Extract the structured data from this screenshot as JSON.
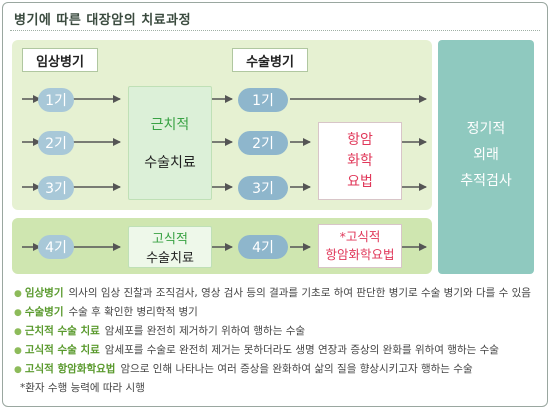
{
  "title": "병기에 따른 대장암의 치료과정",
  "labels": {
    "clinical_stage": "임상병기",
    "surgical_stage": "수술병기"
  },
  "clinical_stages": [
    "1기",
    "2기",
    "3기"
  ],
  "surgical_stages": [
    "1기",
    "2기",
    "3기"
  ],
  "radical_surgery": {
    "line1": "근치적",
    "line2": "수술치료"
  },
  "chemo": {
    "line1": "항암",
    "line2": "화학",
    "line3": "요법"
  },
  "stage4": {
    "left": "4기",
    "right": "4기"
  },
  "palliative_surgery": {
    "line1": "고식적",
    "line2": "수술치료"
  },
  "palliative_chemo": {
    "line1": "*고식적",
    "line2": "항암화학요법"
  },
  "followup": {
    "line1": "정기적",
    "line2": "외래",
    "line3": "추적검사"
  },
  "legend": [
    {
      "term": "임상병기",
      "desc": "의사의 임상 진찰과 조직검사, 영상 검사 등의 결과를 기초로 하여 판단한 병기로 수술 병기와 다를 수 있음"
    },
    {
      "term": "수술병기",
      "desc": "수술 후 확인한 병리학적 병기"
    },
    {
      "term": "근치적 수술 치료",
      "desc": "암세포를 완전히 제거하기 위하여 행하는 수술"
    },
    {
      "term": "고식적 수술 치료",
      "desc": "암세포를 수술로 완전히 제거는 못하더라도 생명 연장과 증상의 완화를 위하여 행하는 수술"
    },
    {
      "term": "고식적 항암화학요법",
      "desc": "암으로 인해 나타나는 여러 증상을 완화하여 삶의 질을 향상시키고자 행하는 수술"
    }
  ],
  "footnote": "*환자 수행 능력에 따라 시행",
  "colors": {
    "panel_light": "#e6f1d2",
    "panel_mid": "#cfe6b0",
    "panel_right": "#8fc9bf",
    "pill": "#a8c8d8",
    "accent_green": "#39a244",
    "accent_red": "#e0385a",
    "arrow": "#555555"
  }
}
